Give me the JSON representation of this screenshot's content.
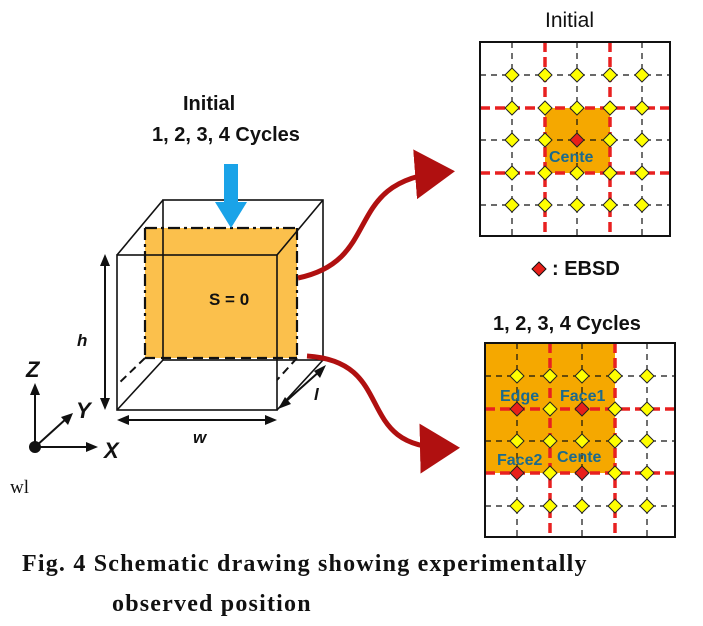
{
  "left_panel": {
    "label_initial": "Initial",
    "label_cycles": "1, 2, 3, 4 Cycles",
    "label_s0": "S = 0",
    "dim_h": "h",
    "dim_w": "w",
    "dim_l": "l"
  },
  "axes": {
    "z": "Z",
    "y": "Y",
    "x": "X",
    "origin": "wl"
  },
  "top_grid": {
    "title": "Initial",
    "region_labels": [
      "Cente"
    ]
  },
  "legend": {
    "text": ": EBSD"
  },
  "bottom_grid": {
    "title": "1, 2, 3, 4 Cycles",
    "region_labels": [
      "Edge",
      "Face1",
      "Face2",
      "Cente"
    ]
  },
  "caption": {
    "line1": "Fig. 4 Schematic drawing showing experimentally",
    "line2": "observed position"
  },
  "colors": {
    "highlight": "#fbc04c",
    "highlight_dark": "#f5a800",
    "marker_yellow": "#ffff00",
    "marker_red": "#e8201a",
    "grid_red": "#e82020",
    "arrow_red": "#b01010",
    "arrow_blue": "#1aa3e8",
    "region_text": "#1c6a8c"
  }
}
